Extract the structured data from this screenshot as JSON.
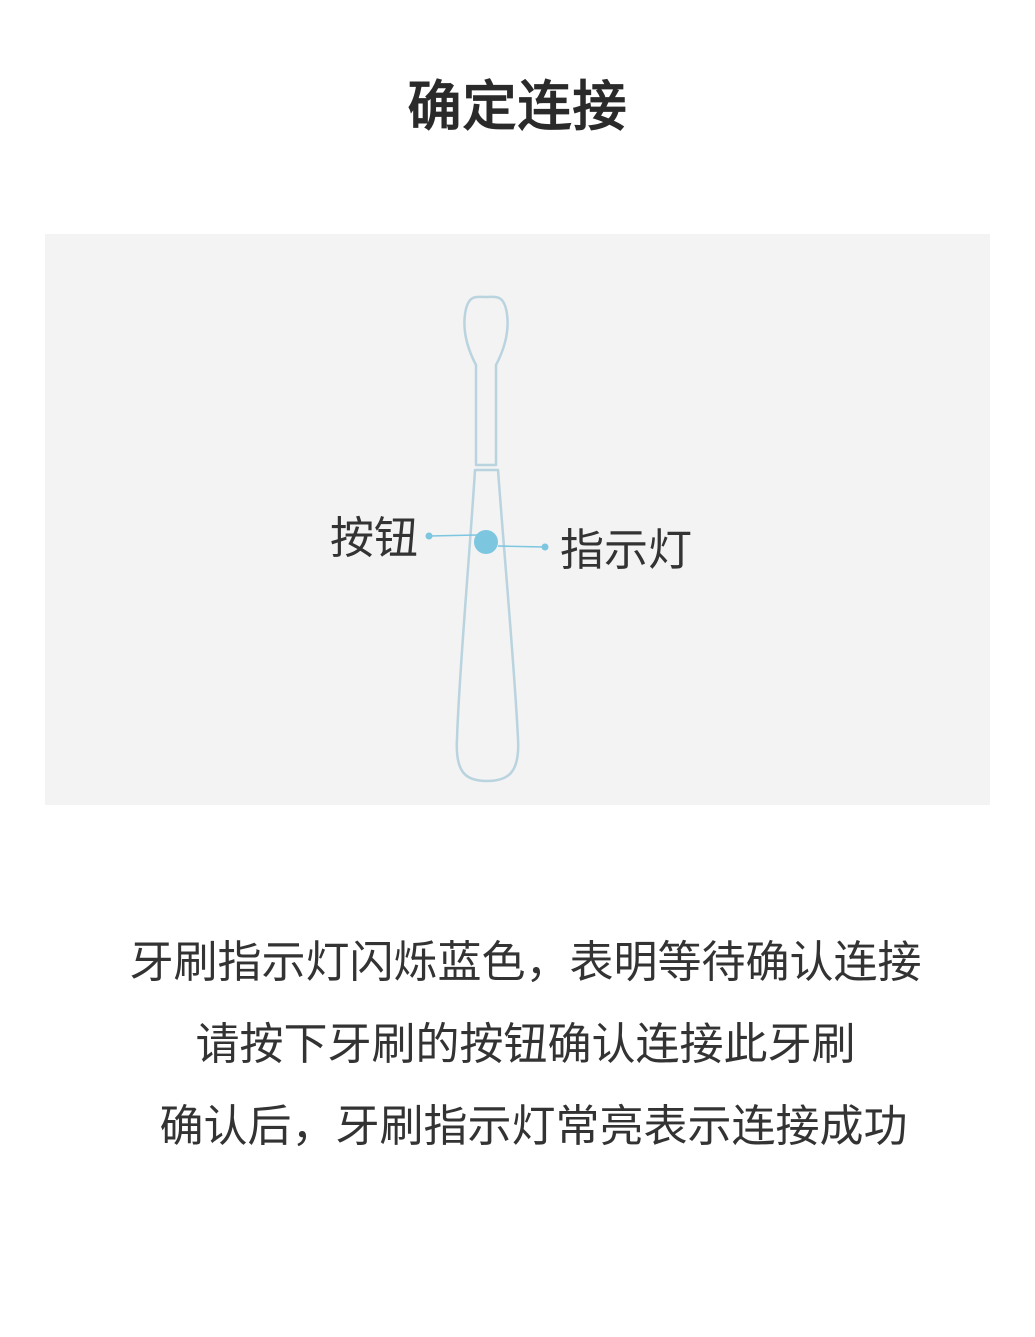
{
  "header": {
    "title": "确定连接"
  },
  "illustration": {
    "button_label": "按钮",
    "indicator_label": "指示灯",
    "colors": {
      "panel_background": "#f3f3f3",
      "toothbrush_outline": "#b9d3df",
      "indicator_dot": "#7cc6e0",
      "callout_line": "#7cc6e0"
    }
  },
  "instructions": {
    "lines": [
      "牙刷指示灯闪烁蓝色，表明等待确认连接",
      "请按下牙刷的按钮确认连接此牙刷",
      "确认后，牙刷指示灯常亮表示连接成功"
    ]
  }
}
